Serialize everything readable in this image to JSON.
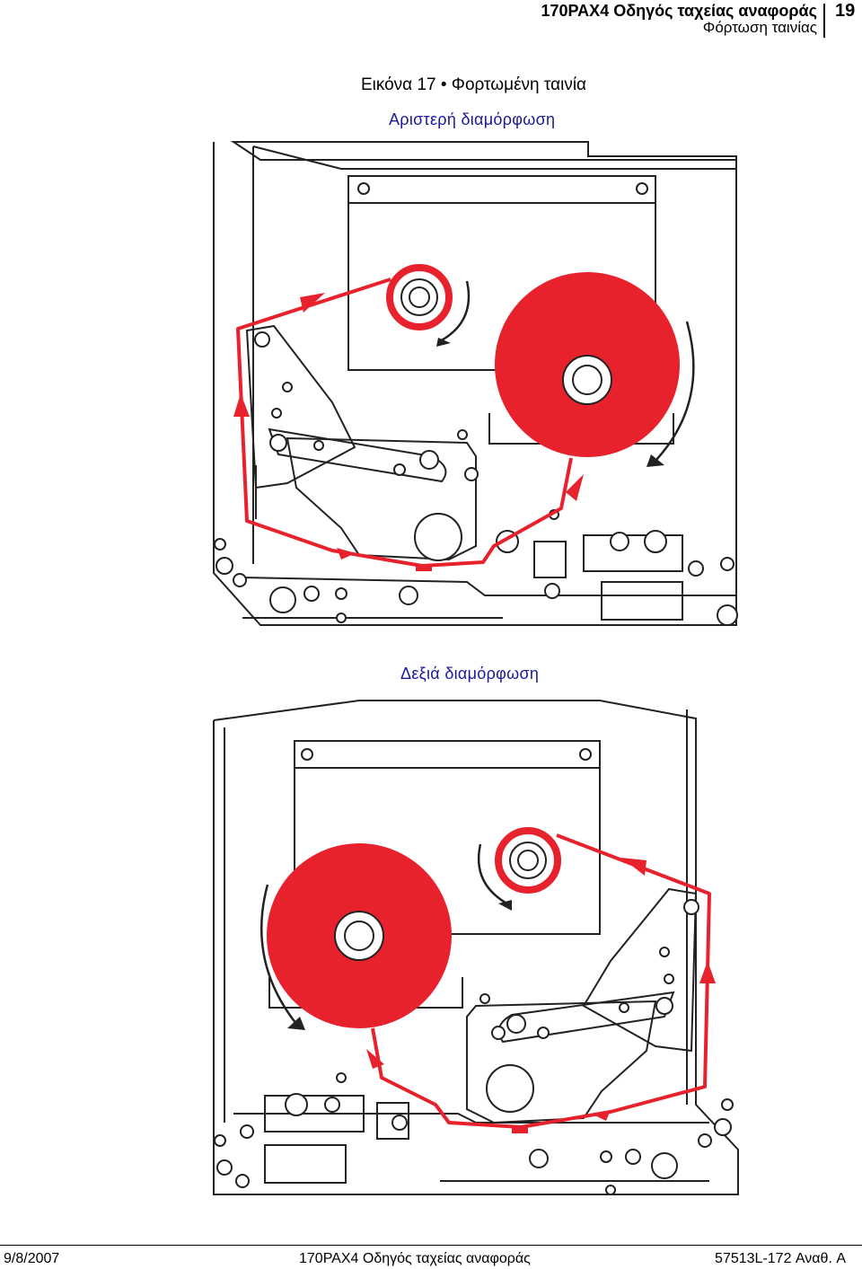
{
  "header": {
    "title": "170PAX4 Οδηγός ταχείας αναφοράς",
    "subtitle": "Φόρτωση ταινίας",
    "page_number": "19"
  },
  "figure": {
    "caption": "Εικόνα 17 • Φορτωμένη ταινία",
    "left_label": "Αριστερή διαμόρφωση",
    "right_label": "Δεξιά διαμόρφωση",
    "ribbon_color": "#e8222d",
    "line_color": "#222222"
  },
  "footer": {
    "date": "9/8/2007",
    "doc_title": "170PAX4 Οδηγός ταχείας αναφοράς",
    "doc_number": "57513L-172 Αναθ. A"
  }
}
